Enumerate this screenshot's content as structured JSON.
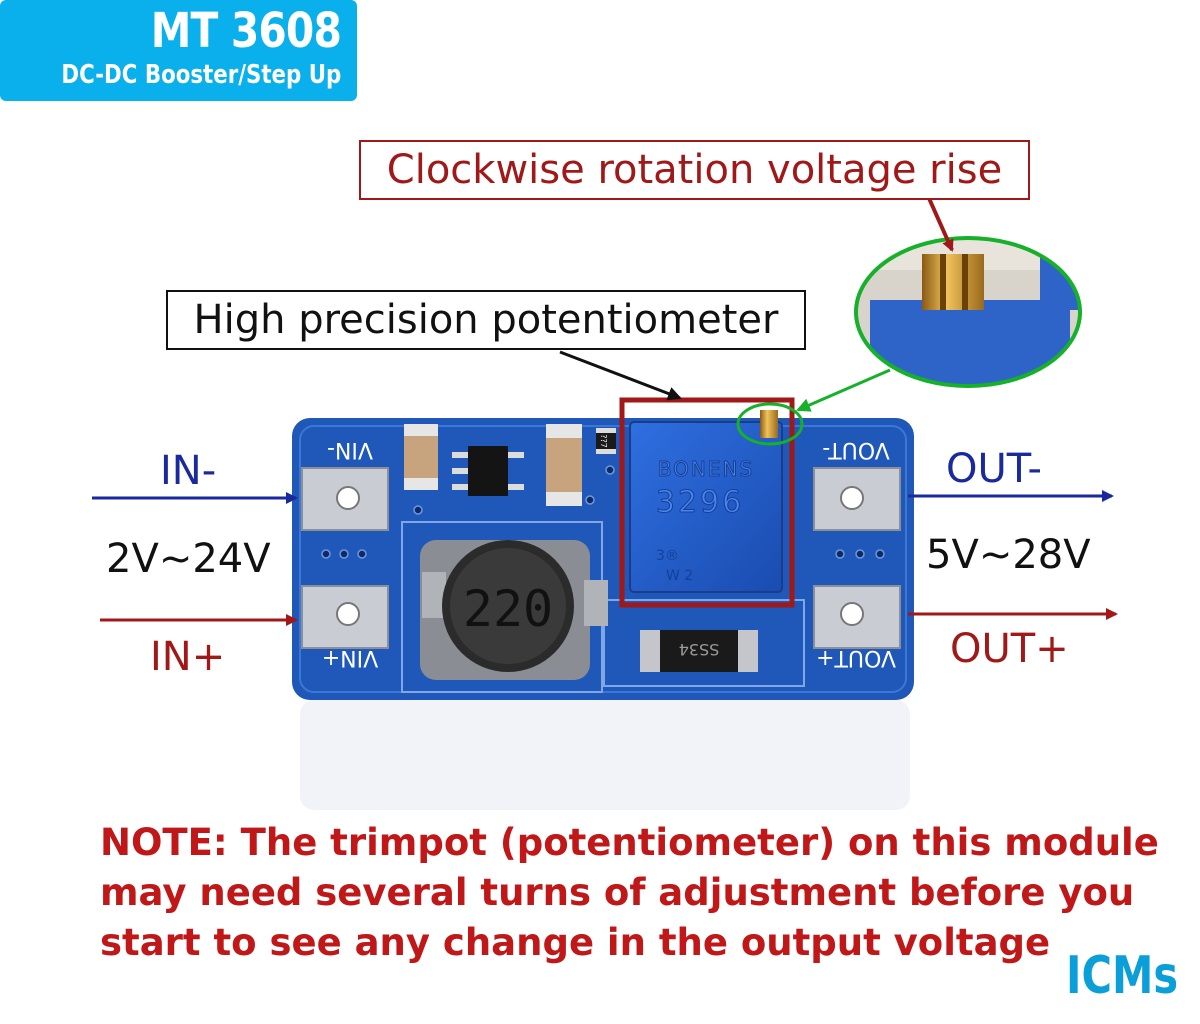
{
  "badge": {
    "title": "MT 3608",
    "subtitle": "DC-DC Booster/Step Up",
    "color": "#0ab0ec"
  },
  "callouts": {
    "rotation": "Clockwise rotation voltage rise",
    "potentiometer": "High precision potentiometer"
  },
  "terminals": {
    "in_minus": "IN-",
    "in_plus": "IN+",
    "out_minus": "OUT-",
    "out_plus": "OUT+",
    "input_range": "2V~24V",
    "output_range": "5V~28V"
  },
  "board": {
    "vin_minus": "VIN-",
    "vin_plus": "VIN+",
    "vout_minus": "VOUT-",
    "vout_plus": "VOUT+",
    "inductor": "220",
    "pot_brand": "BONENS",
    "pot_model": "3296",
    "pot_mark": "3®",
    "pot_code": "W 2",
    "diode": "SS34",
    "resistor": "??7",
    "board_color": "#1f58b8"
  },
  "note": {
    "lines": [
      "NOTE: The trimpot (potentiometer) on this module",
      "may need several turns of adjustment before you",
      "start to see any change in the output voltage"
    ]
  },
  "brand": "ICMs"
}
